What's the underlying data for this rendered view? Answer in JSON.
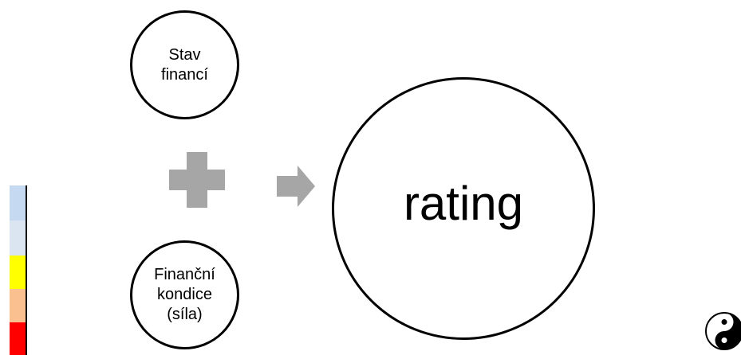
{
  "nodes": {
    "state_of_finances": "Stav\nfinancí",
    "financial_condition": "Finanční\nkondice\n(síla)",
    "rating": "rating"
  },
  "operators": {
    "plus_icon": "plus-icon",
    "arrow_icon": "arrow-right-icon"
  },
  "colors": {
    "outline": "#000000",
    "operator_gray": "#a6a6a6",
    "scale": [
      "#c5d9f1",
      "#dbe5f1",
      "#ffff00",
      "#fac090",
      "#ff0000"
    ]
  },
  "decorations": {
    "color_scale": "color-scale",
    "logo_icon": "yin-yang-icon"
  }
}
